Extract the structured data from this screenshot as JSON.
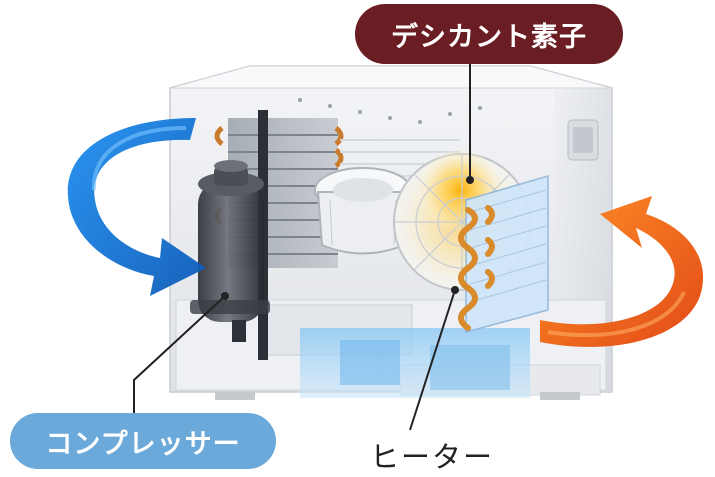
{
  "labels": {
    "desiccant_element": "デシカント素子",
    "compressor": "コンプレッサー",
    "heater": "ヒーター"
  },
  "colors": {
    "desiccant_badge": "#6b1d24",
    "compressor_badge": "#6aa9da",
    "cool_air_arrow": "#2f7fd6",
    "warm_air_arrow": "#f05a10",
    "heater_glow": "#ffc83a"
  },
  "icons": {
    "left_arrow": "blue-curved-arrow-icon",
    "right_arrow": "orange-curved-arrow-icon"
  }
}
